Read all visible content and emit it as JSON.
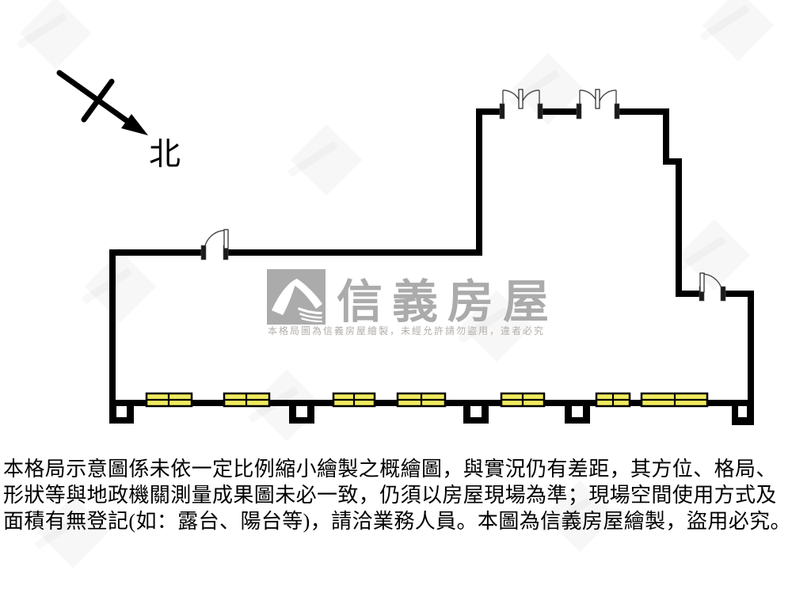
{
  "compass": {
    "label": "北"
  },
  "watermark": {
    "brand": "信義房屋",
    "caption": "本格局圖為信義房屋繪製，未經允許請勿盜用，違者必究"
  },
  "disclaimer": {
    "line1": "本格局示意圖係未依一定比例縮小繪製之概繪圖，與實況仍有差距，其方位、格局、",
    "line2": "形狀等與地政機關測量成果圖未必一致，仍須以房屋現場為準；現場空間使用方式及",
    "line3": "面積有無登記(如：露台、陽台等)，請洽業務人員。本圖為信義房屋繪製，盜用必究。"
  },
  "colors": {
    "wall": "#000000",
    "window_fill": "#F0EB5F",
    "logo_gray": "#ABABAB",
    "caption_gray": "#B3AEA9",
    "text": "#000000"
  }
}
